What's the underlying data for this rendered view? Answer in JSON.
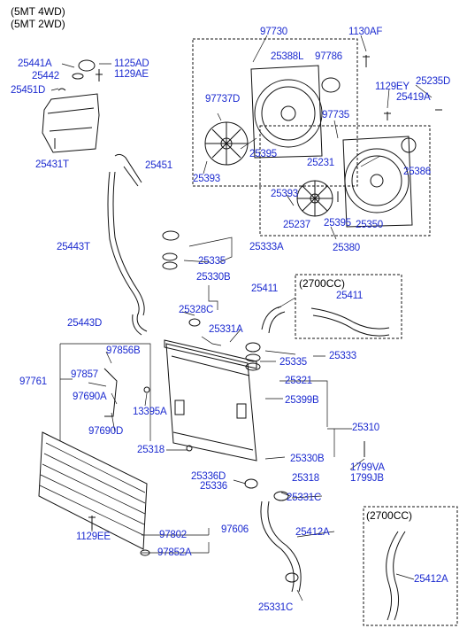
{
  "header": {
    "line1": "(5MT 4WD)",
    "line2": "(5MT 2WD)"
  },
  "colors": {
    "label": "#1c2bd0",
    "line": "#111111"
  },
  "labels": {
    "p25441A": "25441A",
    "p25442": "25442",
    "p1125AD": "1125AD",
    "p1129AE": "1129AE",
    "p25451D": "25451D",
    "p25431T": "25431T",
    "p25451": "25451",
    "p25443T": "25443T",
    "p25443D": "25443D",
    "p97730": "97730",
    "p1130AF": "1130AF",
    "p25388L": "25388L",
    "p97786": "97786",
    "p97737D": "97737D",
    "p97735": "97735",
    "p25395a": "25395",
    "p25393a": "25393",
    "p1129EY": "1129EY",
    "p25235D": "25235D",
    "p25419A": "25419A",
    "p25231": "25231",
    "p25386": "25386",
    "p25393b": "25393",
    "p25237": "25237",
    "p25395b": "25395",
    "p25350": "25350",
    "p25380": "25380",
    "p25333A": "25333A",
    "p25335a": "25335",
    "p25330B": "25330B",
    "p25328C": "25328C",
    "p25411a": "25411",
    "p2700a": "(2700CC)",
    "p25411b": "25411",
    "p25331A": "25331A",
    "p25335b": "25335",
    "p25333": "25333",
    "p97856B": "97856B",
    "p97761": "97761",
    "p97857": "97857",
    "p97690A": "97690A",
    "p13395A": "13395A",
    "p97690D": "97690D",
    "p25321": "25321",
    "p25399B": "25399B",
    "p25310": "25310",
    "p25318a": "25318",
    "p25330Bb": "25330B",
    "p1799VA": "1799VA",
    "p1799JB": "1799JB",
    "p25318b": "25318",
    "p25336D": "25336D",
    "p25336": "25336",
    "p25331Ca": "25331C",
    "p2700b": "(2700CC)",
    "p25412Aa": "25412A",
    "p1129EE": "1129EE",
    "p97802": "97802",
    "p97606": "97606",
    "p97852A": "97852A",
    "p25412Ab": "25412A",
    "p25331Cb": "25331C"
  }
}
